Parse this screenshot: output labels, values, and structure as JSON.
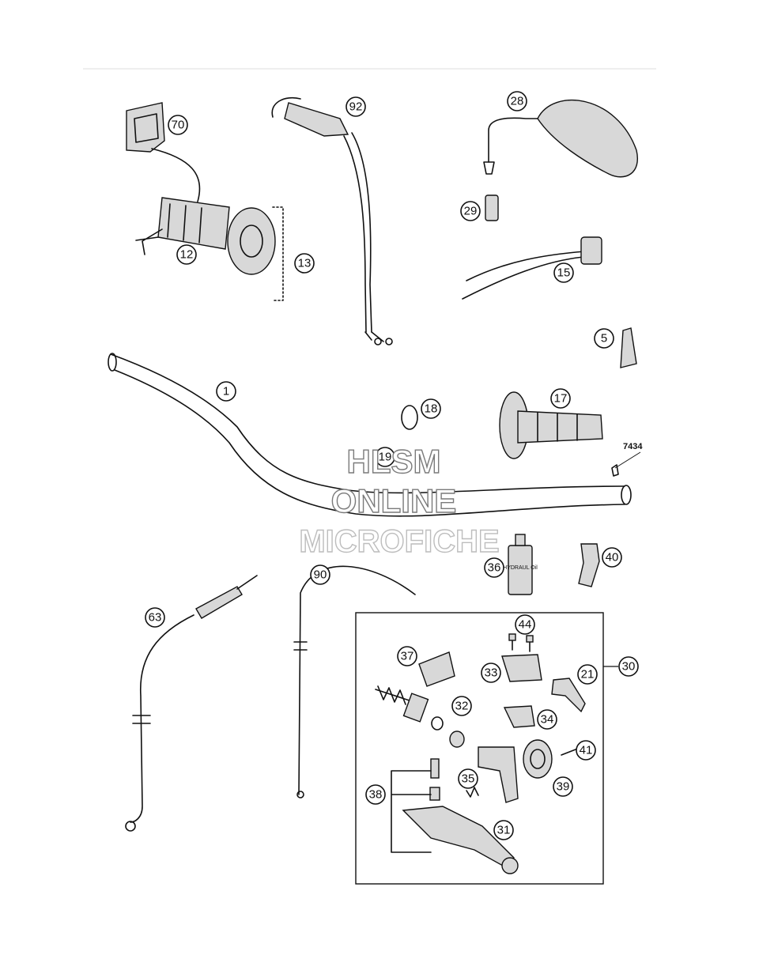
{
  "watermark": {
    "line1": "HLSM",
    "line2": "ONLINE",
    "line3": "MICROFICHE"
  },
  "reference_code": "7434",
  "callouts": [
    "70",
    "92",
    "28",
    "29",
    "12",
    "13",
    "15",
    "5",
    "1",
    "18",
    "17",
    "19",
    "90",
    "36",
    "40",
    "63",
    "44",
    "37",
    "30",
    "33",
    "21",
    "32",
    "34",
    "41",
    "39",
    "35",
    "38",
    "31"
  ],
  "labels": {
    "oil_bottle": "HYDRAUL Oil"
  },
  "colors": {
    "line": "#111111",
    "fill": "#d8d8d8",
    "watermark_stroke": "#7a7a7a"
  }
}
